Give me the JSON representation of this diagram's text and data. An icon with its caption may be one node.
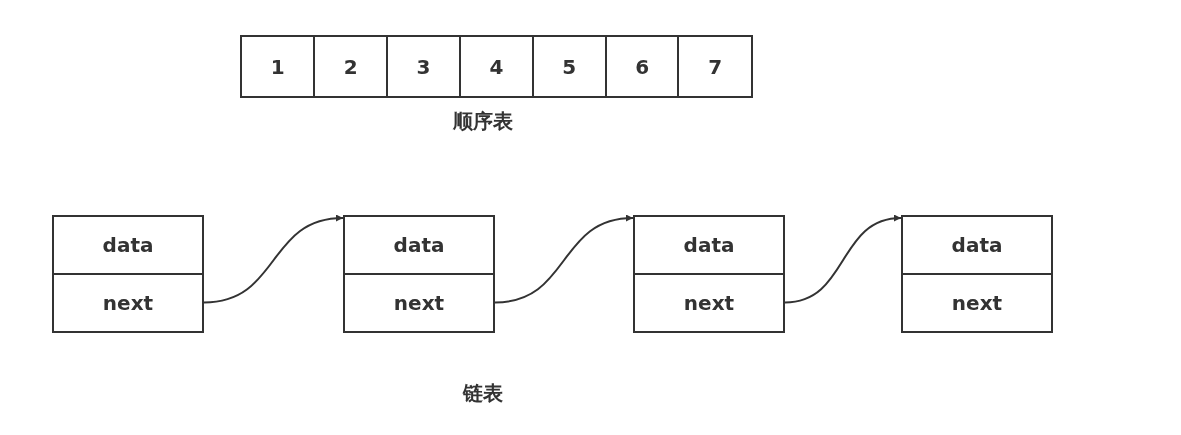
{
  "diagram": {
    "nodes": [
      {
        "text": [
          "1"
        ]
      },
      {
        "text": [
          "2"
        ]
      },
      {
        "text": [
          "3"
        ]
      },
      {
        "text": [
          "4"
        ]
      },
      {
        "text": [
          "5"
        ]
      },
      {
        "text": [
          "6"
        ]
      },
      {
        "text": [
          "7"
        ]
      },
      {
        "text": [
          "data"
        ]
      },
      {
        "text": [
          "next"
        ]
      },
      {
        "text": [
          "data"
        ]
      },
      {
        "text": [
          "next"
        ]
      },
      {
        "text": [
          "data"
        ]
      },
      {
        "text": [
          "next"
        ]
      },
      {
        "text": [
          "data"
        ]
      },
      {
        "text": [
          "next"
        ]
      }
    ],
    "edges": [
      {
        "from": 8,
        "to": 9,
        "arrow": "to"
      },
      {
        "from": 10,
        "to": 11,
        "arrow": "to"
      },
      {
        "from": 12,
        "to": 13,
        "arrow": "to"
      }
    ],
    "labels": [
      "顺序表",
      "链表"
    ]
  }
}
